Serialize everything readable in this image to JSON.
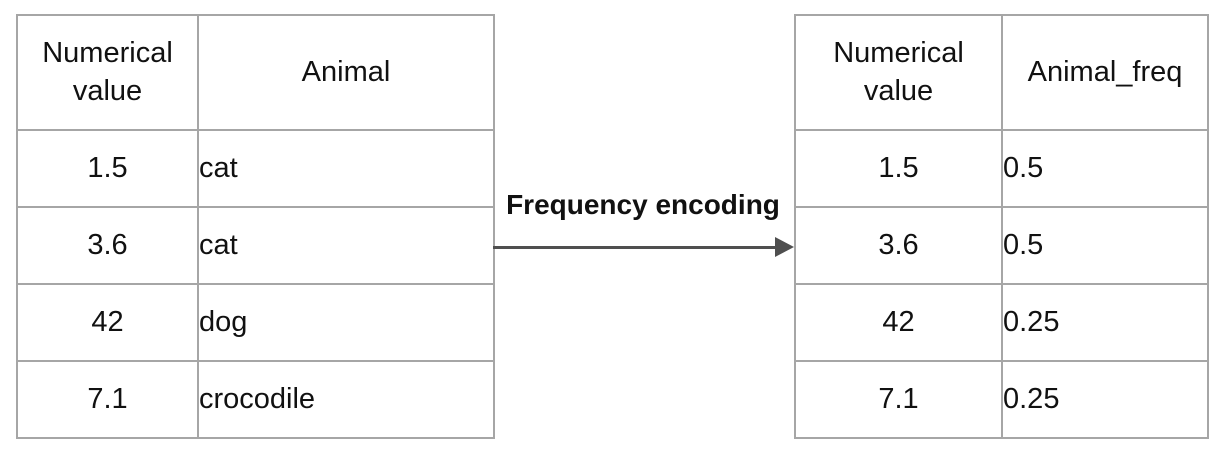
{
  "left_table": {
    "headers": [
      "Numerical value",
      "Animal"
    ],
    "rows": [
      [
        "1.5",
        "cat"
      ],
      [
        "3.6",
        "cat"
      ],
      [
        "42",
        "dog"
      ],
      [
        "7.1",
        "crocodile"
      ]
    ]
  },
  "arrow": {
    "label": "Frequency encoding"
  },
  "right_table": {
    "headers": [
      "Numerical value",
      "Animal_freq"
    ],
    "rows": [
      [
        "1.5",
        "0.5"
      ],
      [
        "3.6",
        "0.5"
      ],
      [
        "42",
        "0.25"
      ],
      [
        "7.1",
        "0.25"
      ]
    ]
  },
  "colors": {
    "table_border": "#a6a6a6",
    "arrow": "#4f4f4f",
    "text": "#111111",
    "background": "#ffffff"
  }
}
